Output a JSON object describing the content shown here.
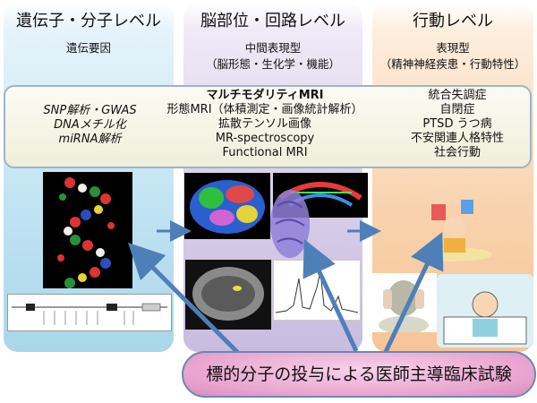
{
  "columns": {
    "genetic": {
      "title": "遺伝子・分子レベル",
      "subtitle": "遺伝要因"
    },
    "brain": {
      "title": "脳部位・回路レベル",
      "subtitle_line1": "中間表現型",
      "subtitle_line2": "（脳形態・生化学・機能）"
    },
    "behavior": {
      "title": "行動レベル",
      "subtitle_line1": "表現型",
      "subtitle_line2": "（精神神経疾患・行動特性）"
    }
  },
  "band": {
    "genetic_items": [
      "SNP解析・GWAS",
      "DNAメチル化",
      "miRNA解析"
    ],
    "title": "マルチモダリティMRI",
    "mri_items": [
      "形態MRI（体積測定・画像統計解析）",
      "拡散テンソル画像",
      "MR-spectroscopy",
      "Functional MRI"
    ],
    "disorders": [
      "統合失調症",
      "自閉症",
      "PTSD うつ病",
      "不安関連人格特性",
      "社会行動"
    ]
  },
  "bottom_label": "標的分子の投与による医師主導臨床試験",
  "colors": {
    "arrow": "#4f7fb8",
    "genetic_bg": "#bfe3f2",
    "brain_bg": "#d6cce8",
    "behavior_bg": "#f9d2ad",
    "pill": "#e9a3cf"
  }
}
